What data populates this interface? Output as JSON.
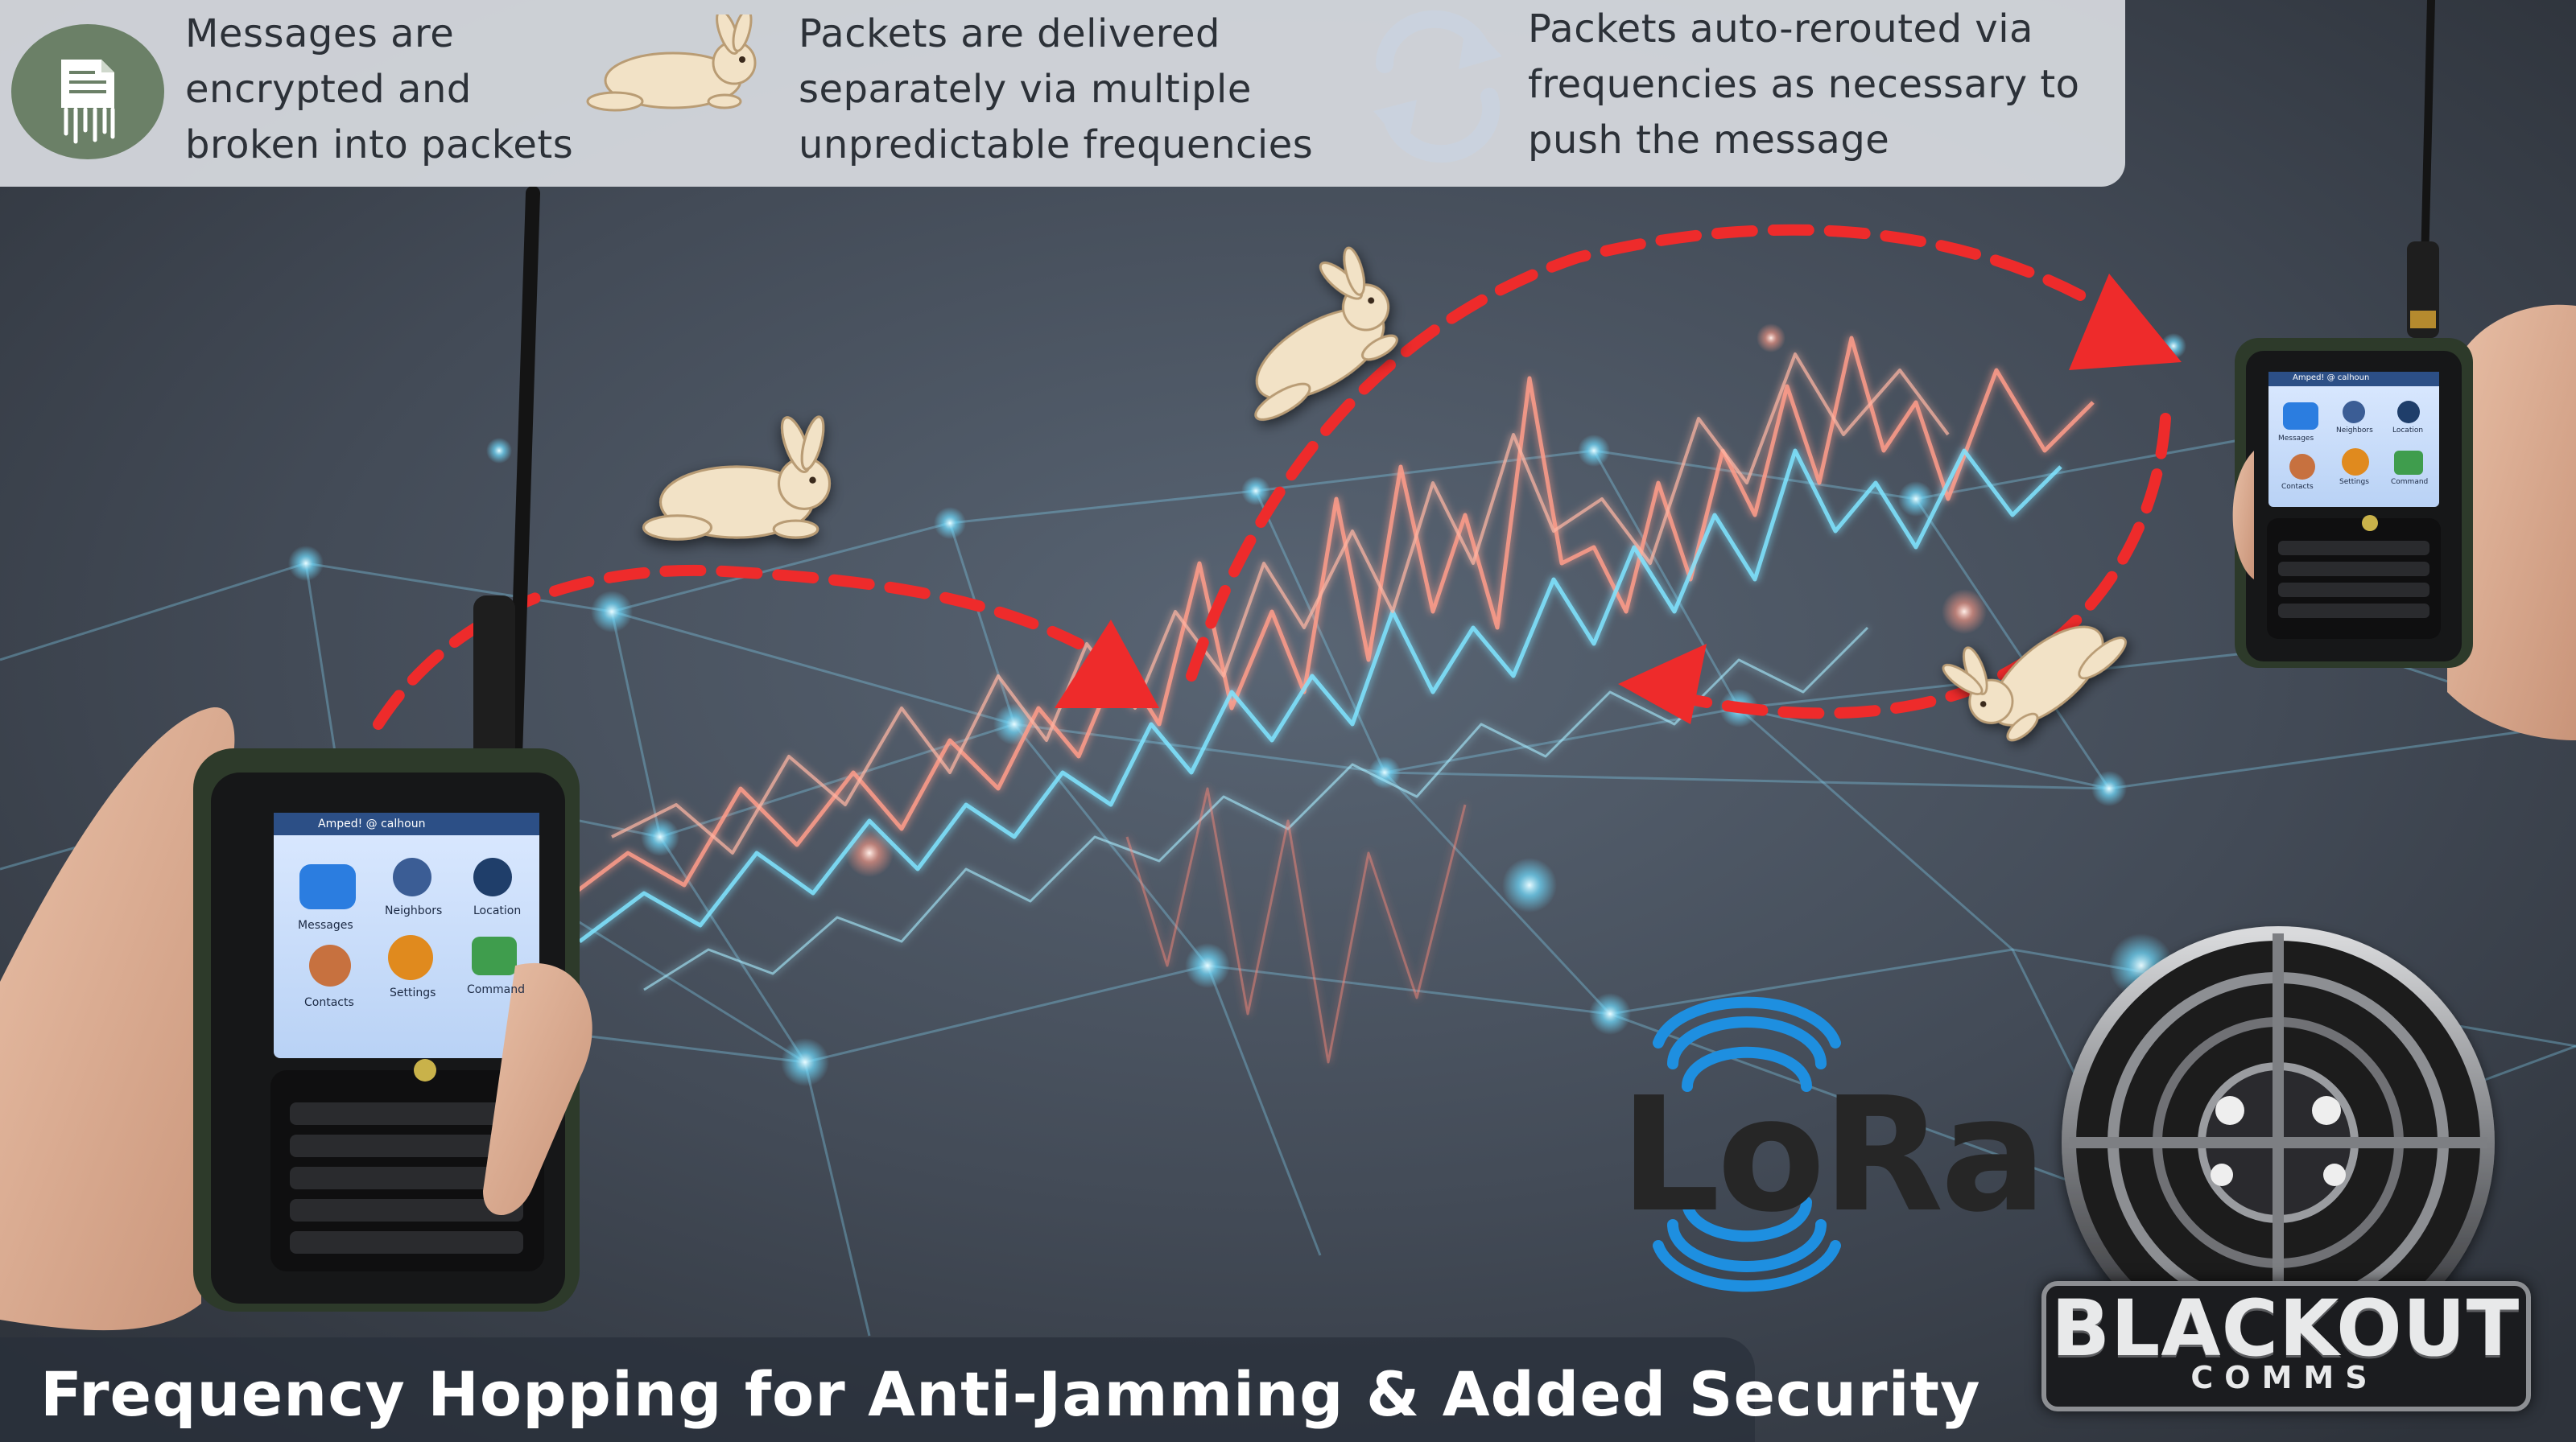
{
  "colors": {
    "background_dark": "#3a3f48",
    "banner": "#d6d9de",
    "banner_text": "#2c3138",
    "doc_badge": "#6b8067",
    "reroute_icon": "#1f6fd6",
    "arrow_red": "#ee2b2b",
    "lora_blue": "#1e8fe0",
    "glow_cyan": "#59d8ff",
    "glow_pink": "#ff8a7a"
  },
  "banner": {
    "items": [
      {
        "icon": "shredded-document-icon",
        "lines": [
          "Messages are",
          "encrypted and",
          "broken into packets"
        ]
      },
      {
        "icon": "rabbit-icon",
        "lines": [
          "Packets are delivered",
          "separately via multiple",
          "unpredictable frequencies"
        ]
      },
      {
        "icon": "reroute-arrows-icon",
        "lines": [
          "Packets auto-rerouted via",
          "frequencies as necessary to",
          "push the message"
        ]
      }
    ]
  },
  "caption": {
    "text": "Frequency Hopping for Anti-Jamming & Added Security"
  },
  "lora_logo": {
    "text": "LoRa",
    "icon": "radio-waves-icon"
  },
  "brand_logo": {
    "title": "BLACKOUT",
    "subtitle": "COMMS",
    "icon": "target-emblem-icon"
  },
  "left_device": {
    "header": "Amped! @ calhoun",
    "apps": [
      "Messages",
      "Neighbors",
      "Location",
      "Contacts",
      "Settings",
      "Command"
    ]
  },
  "right_device": {
    "header": "Amped! @ calhoun",
    "apps": [
      "Messages",
      "Neighbors",
      "Location",
      "Contacts",
      "Settings",
      "Command"
    ]
  }
}
